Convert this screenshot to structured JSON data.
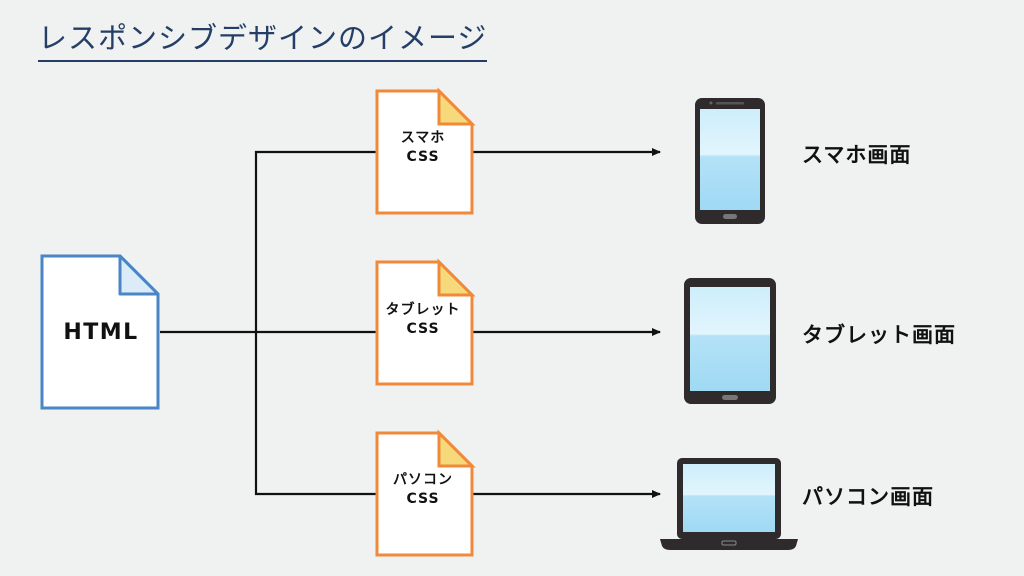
{
  "title": "レスポンシブデザインのイメージ",
  "source": {
    "label": "HTML",
    "icon": "document-icon",
    "color": "#4a86c5",
    "fold_color": "#dcebf8"
  },
  "stylesheets": [
    {
      "line1": "スマホ",
      "line2": "CSS",
      "icon": "document-icon"
    },
    {
      "line1": "タブレット",
      "line2": "CSS",
      "icon": "document-icon"
    },
    {
      "line1": "パソコン",
      "line2": "CSS",
      "icon": "document-icon"
    }
  ],
  "stylesheet_color": "#f08a3a",
  "stylesheet_fold_color": "#f5d97a",
  "devices": [
    {
      "label": "スマホ画面",
      "icon": "smartphone-icon"
    },
    {
      "label": "タブレット画面",
      "icon": "tablet-icon"
    },
    {
      "label": "パソコン画面",
      "icon": "laptop-icon"
    }
  ],
  "colors": {
    "background": "#f0f1f1",
    "title": "#243e66",
    "connector": "#111111",
    "device_frame": "#2f2b2c",
    "screen": "#bfe6f8"
  }
}
